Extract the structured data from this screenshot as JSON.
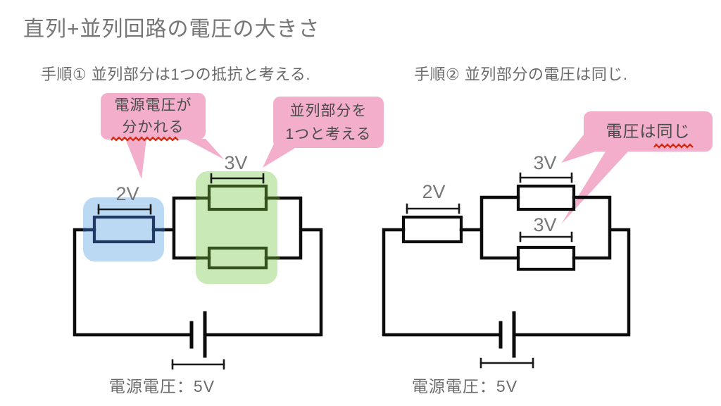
{
  "title": "直列+並列回路の電圧の大きさ",
  "colors": {
    "callout_pink": "#f3aecb",
    "highlight_blue": "#bcd9f4",
    "highlight_green": "#c9e9b7",
    "resistor_navy": "#1f3b63",
    "resistor_dark_green": "#35521d",
    "wire_black": "#0c0c0c",
    "underline_red": "#d42b12",
    "label_gray": "#777777",
    "title_gray": "#757575",
    "callout_text_gray": "#4a4a4a"
  },
  "left_panel": {
    "step_label": "手順① 並列部分は1つの抵抗と考える.",
    "callouts": {
      "source_split": {
        "line1": "電源電圧が",
        "line2": "分かれる"
      },
      "treat_as_one": {
        "line1": "並列部分を",
        "line2": "1つと考える"
      }
    },
    "labels": {
      "series_voltage": "2V",
      "parallel_voltage": "3V",
      "source_voltage": "電源電圧：5V"
    }
  },
  "right_panel": {
    "step_label": "手順② 並列部分の電圧は同じ.",
    "callouts": {
      "same_voltage": {
        "line1": "電圧は同じ"
      }
    },
    "labels": {
      "series_voltage": "2V",
      "parallel_top_voltage": "3V",
      "parallel_bottom_voltage": "3V",
      "source_voltage": "電源電圧：5V"
    }
  }
}
